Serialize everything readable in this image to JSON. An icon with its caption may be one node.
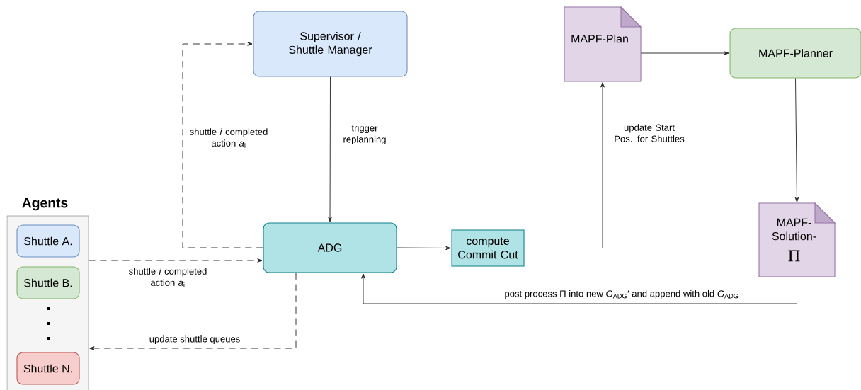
{
  "diagram": {
    "nodes": [
      {
        "text": [
          "Supervisor / Shuttle Manager"
        ]
      },
      {
        "text": [
          "Agents"
        ]
      },
      {
        "text": [
          "Shuttle A."
        ],
        "in": 1
      },
      {
        "text": [
          "Shuttle B."
        ],
        "in": 1
      },
      {
        "text": [
          "Shuttle N."
        ],
        "in": 1
      },
      {
        "text": [
          "ADG"
        ]
      },
      {
        "text": [
          "compute Commit Cut"
        ]
      },
      {
        "text": [
          "MAPF-Plan"
        ]
      },
      {
        "text": [
          "MAPF-Planner"
        ]
      },
      {
        "text": [
          "MAPF-Solution-",
          "Π"
        ]
      }
    ],
    "edges": [
      {
        "from": 5,
        "to": 0,
        "arrow": "to",
        "style": "dashed",
        "label": "shuttle *i* completed action *a*$_{i}$"
      },
      {
        "from": 0,
        "to": 5,
        "arrow": "to",
        "label": "trigger replanning"
      },
      {
        "from": 1,
        "to": 5,
        "arrow": "to",
        "style": "dashed",
        "label": "shuttle *i* completed action *a*$_{i}$"
      },
      {
        "from": 5,
        "to": 1,
        "arrow": "to",
        "style": "dashed",
        "label": "update shuttle queues"
      },
      {
        "from": 5,
        "to": 6,
        "arrow": "to"
      },
      {
        "from": 6,
        "to": 7,
        "arrow": "to",
        "label": "update Start Pos. for Shuttles"
      },
      {
        "from": 7,
        "to": 8,
        "arrow": "to"
      },
      {
        "from": 8,
        "to": 9,
        "arrow": "to"
      },
      {
        "from": 9,
        "to": 5,
        "arrow": "to",
        "label": "post process Π into new *G*$_{ADG}$′ and append with old *G*$_{ADG}$"
      }
    ]
  }
}
